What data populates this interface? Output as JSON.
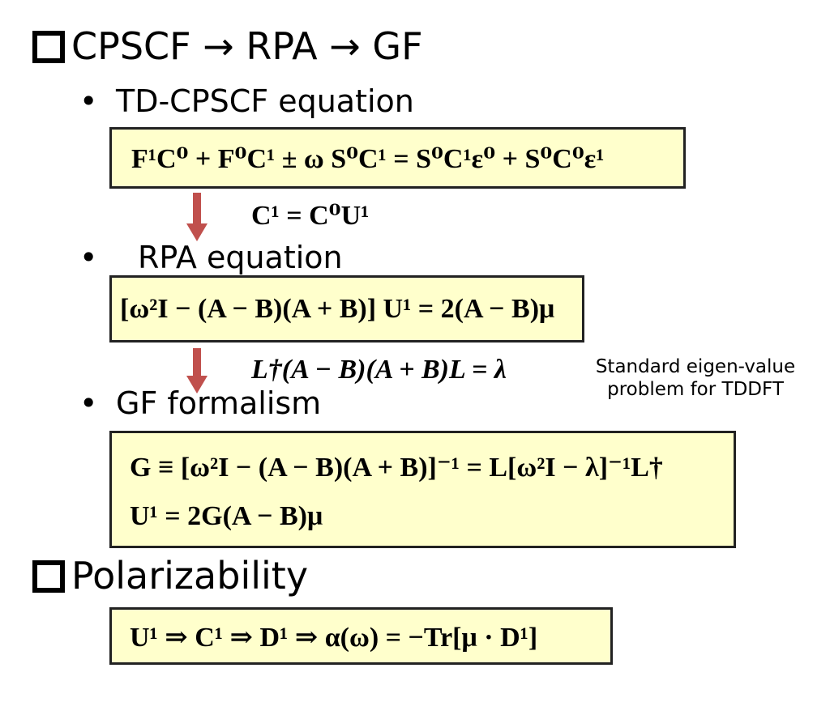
{
  "heading1": "CPSCF → RPA → GF",
  "bullets": [
    {
      "marker": "•",
      "label": "TD-CPSCF equation"
    },
    {
      "marker": "•",
      "label": "RPA equation"
    },
    {
      "marker": "•",
      "label": "GF formalism"
    }
  ],
  "equations": {
    "td_cpscf": "F¹C⁰ + F⁰C¹ ± ω S⁰C¹ = S⁰C¹ε⁰ + S⁰C⁰ε¹",
    "substitution": "C¹ = C⁰U¹",
    "rpa": "[ω²I − (A − B)(A + B)] U¹ = 2(A − B)μ",
    "eigen": "L†(A − B)(A + B)L = λ",
    "gf_line1": "G ≡ [ω²I − (A − B)(A + B)]⁻¹ = L[ω²I − λ]⁻¹L†",
    "gf_line2": "U¹ = 2G(A − B)μ",
    "polarizability": "U¹ ⇒ C¹ ⇒ D¹ ⇒ α(ω) = −Tr[μ · D¹]"
  },
  "note": {
    "line1": "Standard eigen-value",
    "line2": "problem for TDDFT"
  },
  "heading2": "Polarizability",
  "colors": {
    "box_fill": "#FFFFCC",
    "arrow": "#C0504D"
  }
}
